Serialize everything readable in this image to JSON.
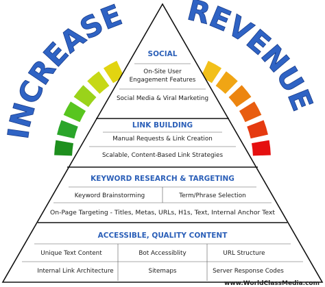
{
  "headline": {
    "left_word": "INCREASE",
    "right_word": "REVENUE"
  },
  "gauge": {
    "colors_left": [
      "#1e8f1e",
      "#2aa52a",
      "#58c51f",
      "#9ad31a",
      "#c6d816",
      "#e2d411"
    ],
    "colors_right": [
      "#e51010",
      "#e53a10",
      "#e85d10",
      "#ec8510",
      "#f0a514",
      "#f2c01a"
    ]
  },
  "pyramid": {
    "tiers": [
      {
        "title": "SOCIAL",
        "items": [
          "On-Site User",
          "Engagement Features",
          "Social Media & Viral Marketing"
        ]
      },
      {
        "title": "LINK BUILDING",
        "items": [
          "Manual Requests & Link Creation",
          "Scalable, Content-Based Link Strategies"
        ]
      },
      {
        "title": "KEYWORD RESEARCH & TARGETING",
        "items": [
          "Keyword Brainstorming",
          "Term/Phrase Selection",
          "On-Page Targeting - Titles, Metas, URLs, H1s, Text, Internal Anchor Text"
        ]
      },
      {
        "title": "ACCESSIBLE, QUALITY CONTENT",
        "items": [
          "Unique Text Content",
          "Bot Accessiblity",
          "URL Structure",
          "Internal Link Architecture",
          "Sitemaps",
          "Server Response Codes"
        ]
      }
    ]
  },
  "watermark": "www.WorldClassMedia.com"
}
